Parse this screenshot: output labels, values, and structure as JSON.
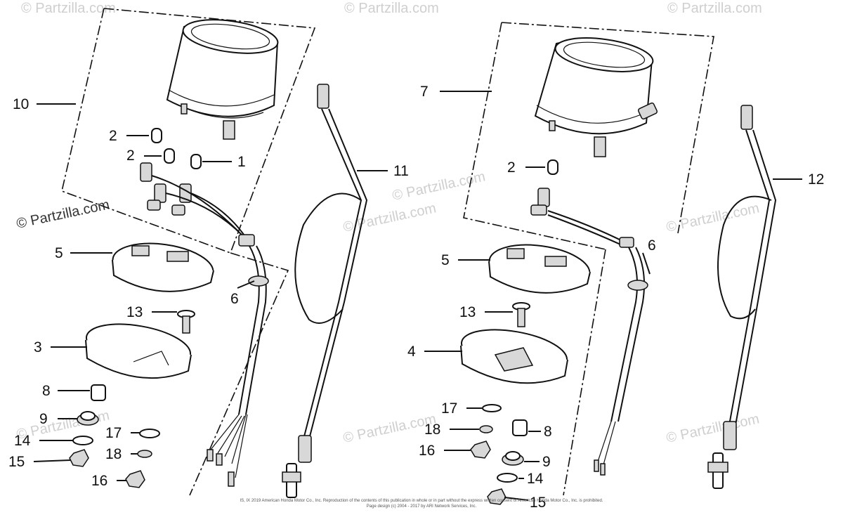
{
  "watermarks": [
    "© Partzilla.com",
    "© Partzilla.com",
    "© Partzilla.com",
    "© Partzilla.com",
    "© Partzilla.com",
    "© Partzilla.com",
    "© Partzilla.com",
    "© Partzilla.com",
    "© Partzilla.com",
    "© Partzilla.com"
  ],
  "callouts_left": [
    "10",
    "2",
    "2",
    "1",
    "11",
    "5",
    "6",
    "13",
    "3",
    "8",
    "9",
    "17",
    "14",
    "18",
    "15",
    "16"
  ],
  "callouts_right": [
    "7",
    "12",
    "2",
    "6",
    "5",
    "13",
    "4",
    "17",
    "18",
    "8",
    "16",
    "9",
    "14",
    "15"
  ],
  "footer": {
    "line1": "IS, IX 2019 American Honda Motor Co., Inc. Reproduction of the contents of this publication in whole or in part without the express written consent of American Honda Motor Co., Inc. is prohibited.",
    "line2": "Page design (c) 2004 - 2017 by ARI Network Services, Inc."
  }
}
